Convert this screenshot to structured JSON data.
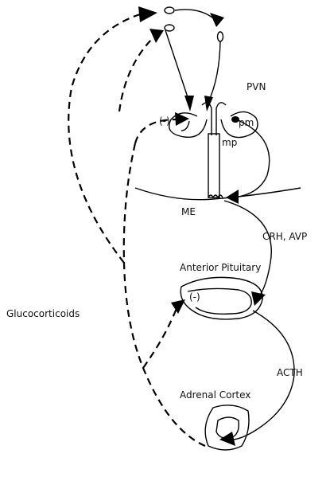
{
  "diagram": {
    "labels": {
      "pvn": "PVN",
      "pm": "pm",
      "mp": "mp",
      "minus_top": "(-)",
      "me": "ME",
      "crh_avp": "CRH, AVP",
      "anterior_pituitary": "Anterior Pituitary",
      "minus_pituitary": "(-)",
      "glucocorticoids": "Glucocorticoids",
      "acth": "ACTH",
      "adrenal_cortex": "Adrenal Cortex"
    }
  }
}
